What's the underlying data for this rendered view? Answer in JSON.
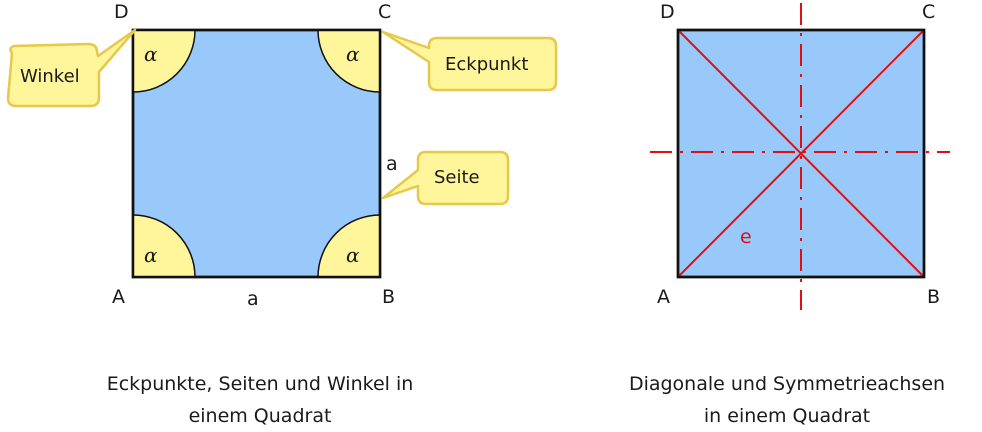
{
  "left_figure": {
    "vertices": {
      "A": "A",
      "B": "B",
      "C": "C",
      "D": "D"
    },
    "side_label_bottom": "a",
    "side_label_right": "a",
    "angle_symbol": "α",
    "callouts": {
      "angle": "Winkel",
      "vertex": "Eckpunkt",
      "side": "Seite"
    },
    "caption_line1": "Eckpunkte, Seiten und Winkel in",
    "caption_line2": "einem Quadrat"
  },
  "right_figure": {
    "vertices": {
      "A": "A",
      "B": "B",
      "C": "C",
      "D": "D"
    },
    "diagonal_label": "e",
    "caption_line1": "Diagonale und Symmetrieachsen",
    "caption_line2": "in einem Quadrat"
  },
  "colors": {
    "square_fill": "#99c9fa",
    "angle_fill": "#fff59a",
    "callout_fill": "#fff59a",
    "callout_stroke": "#e6c84a",
    "axis_red": "#e01010",
    "outline": "#111111"
  }
}
